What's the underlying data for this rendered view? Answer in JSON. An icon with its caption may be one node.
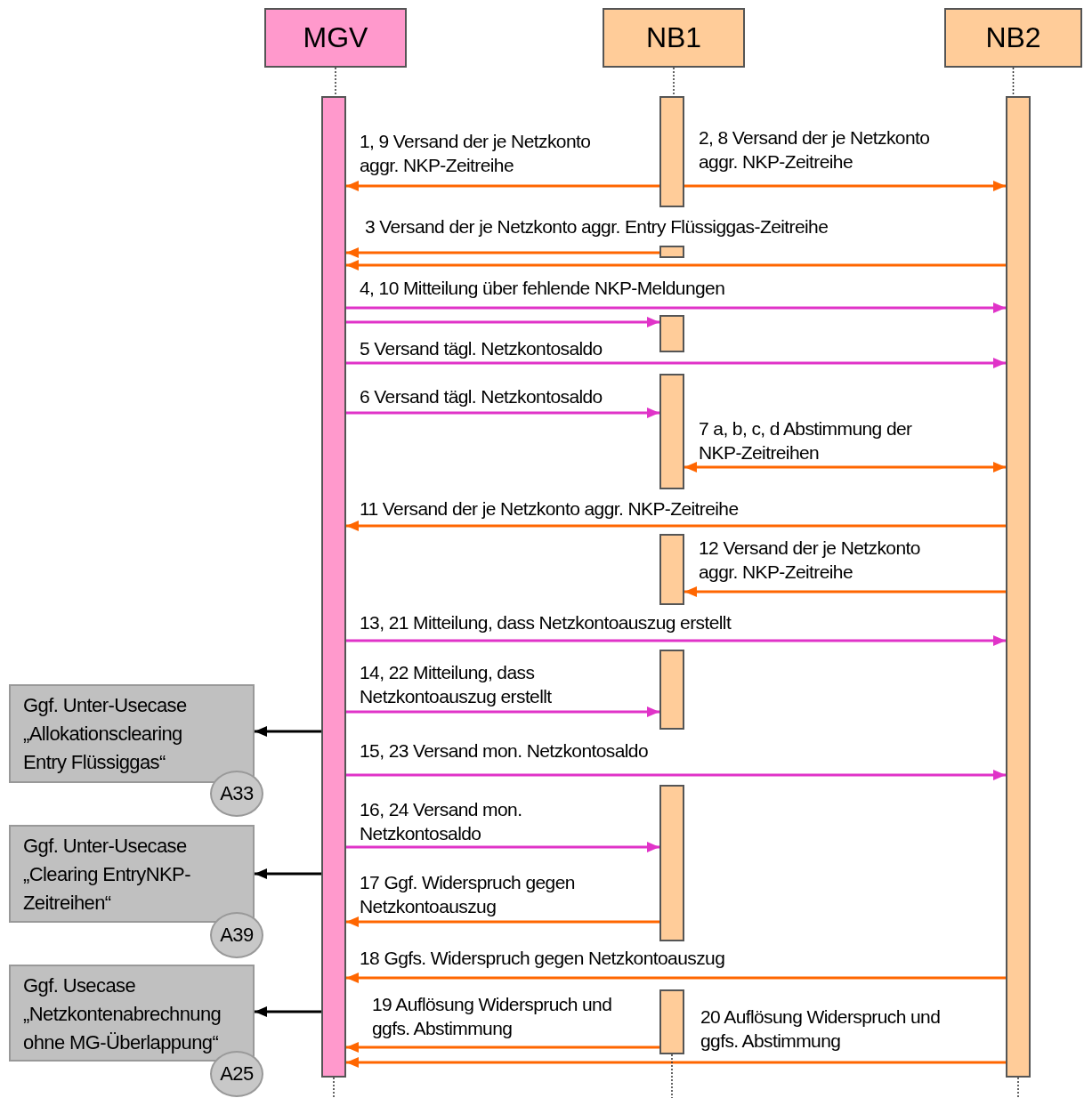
{
  "diagram": {
    "nodes": [
      {
        "text": [
          "MGV"
        ]
      },
      {
        "text": [
          "NB1"
        ]
      },
      {
        "text": [
          "NB2"
        ]
      },
      {
        "text": [],
        "shape": "bar"
      },
      {
        "text": [],
        "shape": "bar"
      },
      {
        "text": [],
        "shape": "bar"
      },
      {
        "text": [],
        "shape": "bar"
      },
      {
        "text": [],
        "shape": "bar"
      },
      {
        "text": [],
        "shape": "bar"
      },
      {
        "text": [],
        "shape": "bar"
      },
      {
        "text": [],
        "shape": "bar"
      },
      {
        "text": [],
        "shape": "bar"
      },
      {
        "text": [],
        "shape": "bar"
      },
      {
        "text": [
          "Ggf. Unter-Usecase „Allokationsclearing Entry Flüssiggas“"
        ]
      },
      {
        "text": [
          "A33"
        ]
      },
      {
        "text": [
          "Ggf. Unter-Usecase „Clearing EntryNKP-Zeitreihen“"
        ]
      },
      {
        "text": [
          "A39"
        ]
      },
      {
        "text": [
          "Ggf. Usecase „Netzkontenabrechnung ohne MG-Überlappung“"
        ]
      },
      {
        "text": [
          "A25"
        ]
      }
    ],
    "edges": [
      {
        "from": 4,
        "to": 3,
        "arrow": "to",
        "label": "1, 9 Versand der je Netzkonto aggr. NKP-Zeitreihe"
      },
      {
        "from": 4,
        "to": 12,
        "arrow": "to",
        "label": "2, 8 Versand der je Netzkonto aggr. NKP-Zeitreihe"
      },
      {
        "from": 5,
        "to": 3,
        "arrow": "to",
        "label": "3 Versand der je Netzkonto aggr. Entry Flüssiggas-Zeitreihe"
      },
      {
        "from": 12,
        "to": 3,
        "arrow": "to"
      },
      {
        "from": 3,
        "to": 6,
        "arrow": "to",
        "label": "4, 10 Mitteilung über fehlende NKP-Meldungen",
        "color": "#e033c8"
      },
      {
        "from": 3,
        "to": 12,
        "arrow": "to",
        "color": "#e033c8"
      },
      {
        "from": 3,
        "to": 12,
        "arrow": "to",
        "label": "5 Versand tägl. Netzkontosaldo",
        "color": "#e033c8"
      },
      {
        "from": 3,
        "to": 7,
        "arrow": "to",
        "label": "6 Versand tägl. Netzkontosaldo",
        "color": "#e033c8"
      },
      {
        "from": 7,
        "to": 12,
        "arrow": "both",
        "label": "7 a, b, c, d Abstimmung der NKP-Zeitreihen"
      },
      {
        "from": 12,
        "to": 3,
        "arrow": "to",
        "label": "11 Versand der je Netzkonto aggr. NKP-Zeitreihe"
      },
      {
        "from": 12,
        "to": 8,
        "arrow": "to",
        "label": "12 Versand der je Netzkonto aggr. NKP-Zeitreihe"
      },
      {
        "from": 3,
        "to": 12,
        "arrow": "to",
        "label": "13, 21 Mitteilung, dass Netzkontoauszug erstellt",
        "color": "#e033c8"
      },
      {
        "from": 3,
        "to": 9,
        "arrow": "to",
        "label": "14, 22 Mitteilung, dass Netzkontoauszug erstellt",
        "color": "#e033c8"
      },
      {
        "from": 3,
        "to": 12,
        "arrow": "to",
        "label": "15, 23 Versand mon. Netzkontosaldo",
        "color": "#e033c8"
      },
      {
        "from": 3,
        "to": 10,
        "arrow": "to",
        "label": "16, 24 Versand mon. Netzkontosaldo",
        "color": "#e033c8"
      },
      {
        "from": 10,
        "to": 3,
        "arrow": "to",
        "label": "17 Ggf. Widerspruch gegen Netzkontoauszug"
      },
      {
        "from": 12,
        "to": 3,
        "arrow": "to",
        "label": "18 Ggfs. Widerspruch gegen Netzkontoauszug"
      },
      {
        "from": 11,
        "to": 3,
        "arrow": "to",
        "label": "19 Auflösung Widerspruch und ggfs. Abstimmung"
      },
      {
        "from": 12,
        "to": 3,
        "arrow": "to",
        "label": "20 Auflösung Widerspruch und ggfs. Abstimmung"
      },
      {
        "from": 3,
        "to": 13,
        "arrow": "to",
        "color": "#000000"
      },
      {
        "from": 3,
        "to": 15,
        "arrow": "to",
        "color": "#000000"
      },
      {
        "from": 3,
        "to": 17,
        "arrow": "to",
        "color": "#000000"
      },
      {
        "from": 0,
        "to": 3,
        "arrow": "none",
        "style": "dashed",
        "color": "#333333"
      },
      {
        "from": 1,
        "to": 4,
        "arrow": "none",
        "style": "dashed",
        "color": "#333333"
      },
      {
        "from": 2,
        "to": 12,
        "arrow": "none",
        "style": "dashed",
        "color": "#333333"
      },
      {
        "from": 3,
        "to": null,
        "arrow": "none",
        "style": "dashed",
        "color": "#333333"
      },
      {
        "from": 11,
        "to": null,
        "arrow": "none",
        "style": "dashed",
        "color": "#333333"
      },
      {
        "from": 12,
        "to": null,
        "arrow": "none",
        "style": "dashed",
        "color": "#333333"
      }
    ]
  }
}
